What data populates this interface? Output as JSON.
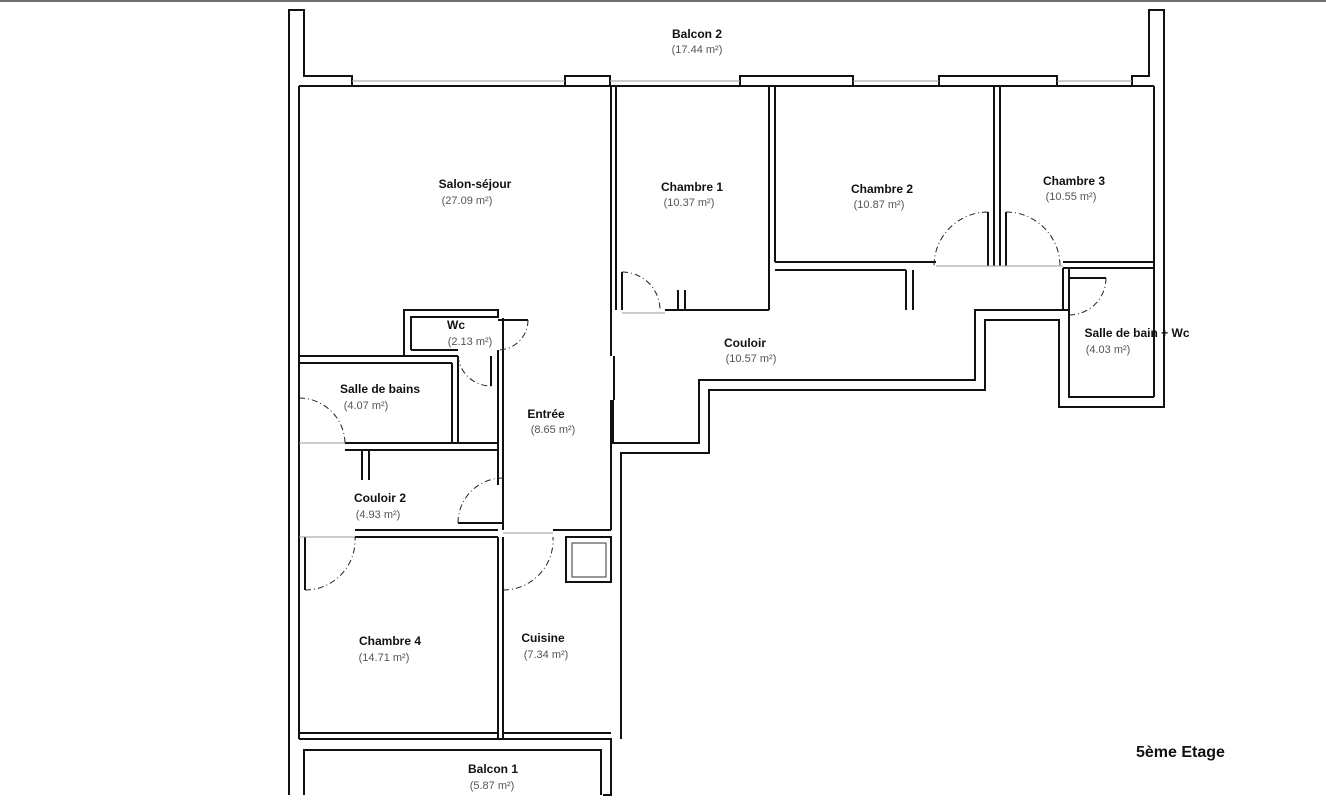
{
  "floor_label": "5ème Etage",
  "rooms": [
    {
      "id": "balcon-2",
      "name": "Balcon 2",
      "area": "(17.44 m²)"
    },
    {
      "id": "salon-sejour",
      "name": "Salon-séjour",
      "area": "(27.09 m²)"
    },
    {
      "id": "chambre-1",
      "name": "Chambre 1",
      "area": "(10.37 m²)"
    },
    {
      "id": "chambre-2",
      "name": "Chambre 2",
      "area": "(10.87 m²)"
    },
    {
      "id": "chambre-3",
      "name": "Chambre 3",
      "area": "(10.55 m²)"
    },
    {
      "id": "wc",
      "name": "Wc",
      "area": "(2.13 m²)"
    },
    {
      "id": "couloir",
      "name": "Couloir",
      "area": "(10.57 m²)"
    },
    {
      "id": "salle-de-bain-wc",
      "name": "Salle de bain + Wc",
      "area": "(4.03 m²)"
    },
    {
      "id": "salle-de-bains",
      "name": "Salle de bains",
      "area": "(4.07 m²)"
    },
    {
      "id": "entree",
      "name": "Entrée",
      "area": "(8.65 m²)"
    },
    {
      "id": "couloir-2",
      "name": "Couloir 2",
      "area": "(4.93 m²)"
    },
    {
      "id": "chambre-4",
      "name": "Chambre 4",
      "area": "(14.71 m²)"
    },
    {
      "id": "cuisine",
      "name": "Cuisine",
      "area": "(7.34 m²)"
    },
    {
      "id": "balcon-1",
      "name": "Balcon 1",
      "area": "(5.87 m²)"
    }
  ]
}
